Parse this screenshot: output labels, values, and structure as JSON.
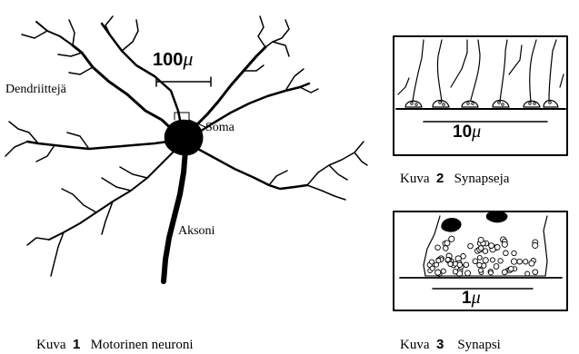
{
  "figure1": {
    "label_dendrites": "Dendriittejä",
    "label_soma": "Soma",
    "label_axon": "Aksoni",
    "scale_value": "100",
    "scale_unit": "μ",
    "caption_word": "Kuva",
    "caption_number": "1",
    "caption_text": "Motorinen neuroni"
  },
  "figure2": {
    "scale_value": "10",
    "scale_unit": "μ",
    "caption_word": "Kuva",
    "caption_number": "2",
    "caption_text": "Synapseja"
  },
  "figure3": {
    "scale_value": "1",
    "scale_unit": "μ",
    "caption_word": "Kuva",
    "caption_number": "3",
    "caption_text": "Synapsi"
  },
  "colors": {
    "ink": "#000000",
    "paper": "#ffffff"
  }
}
